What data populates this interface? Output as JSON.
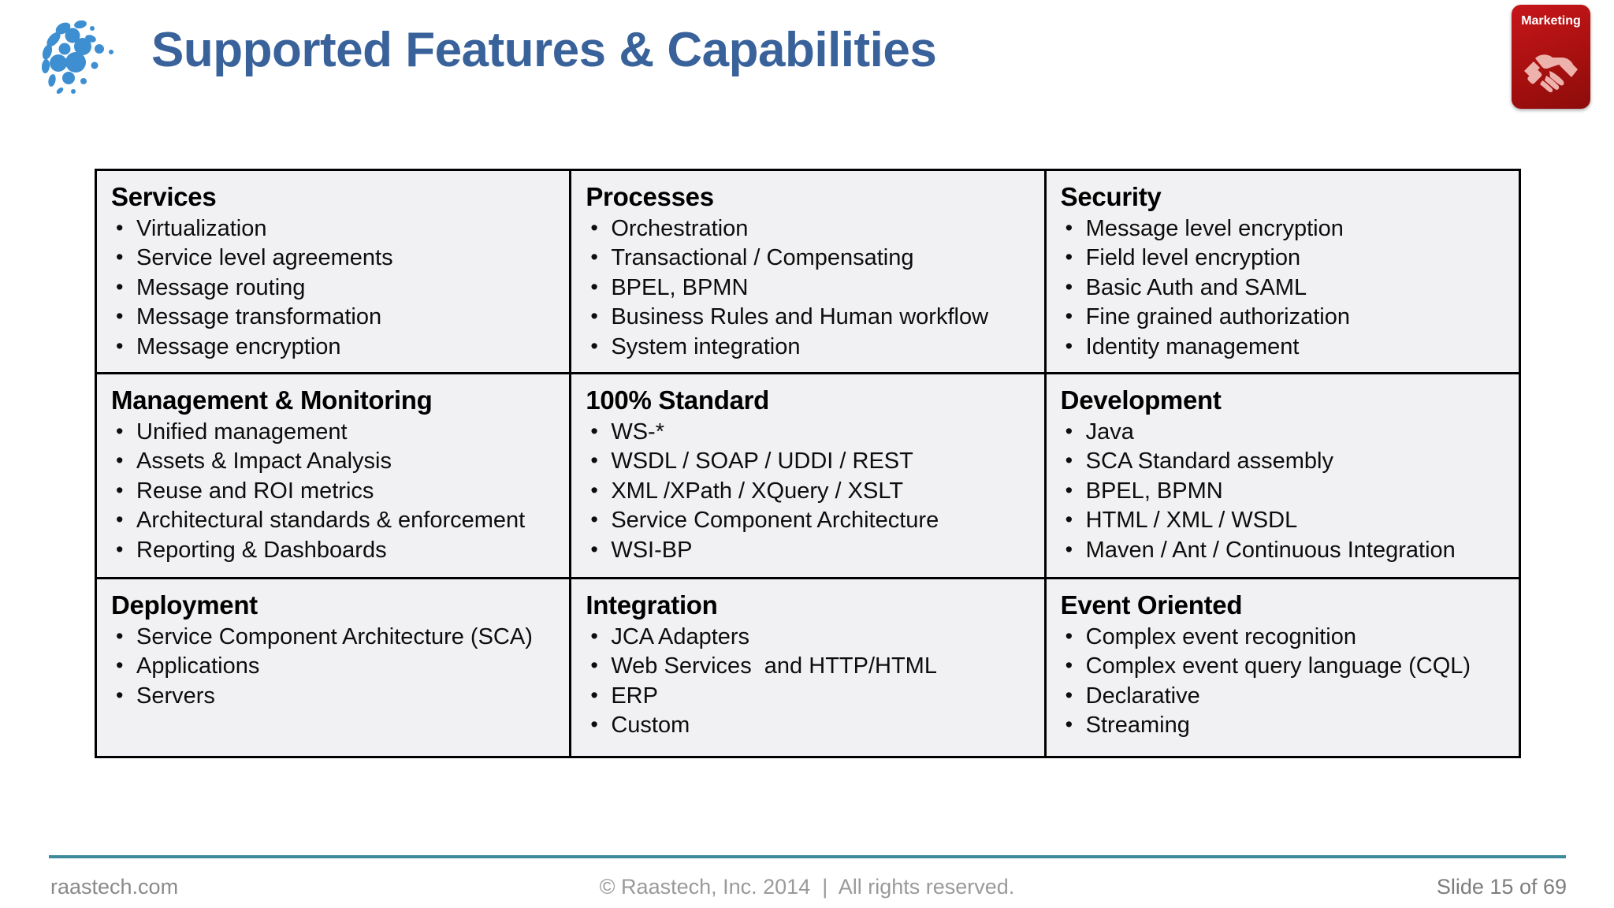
{
  "header": {
    "title": "Supported Features & Capabilities",
    "logo_icon": "dotted-globe-logo-icon",
    "title_color": "#39629b"
  },
  "badge": {
    "label": "Marketing",
    "icon": "handshake-icon",
    "color": "#b01317"
  },
  "grid": {
    "rows": [
      {
        "cells": [
          {
            "title": "Services",
            "items": [
              "Virtualization",
              "Service level agreements",
              "Message routing",
              "Message transformation",
              "Message encryption"
            ]
          },
          {
            "title": "Processes",
            "items": [
              "Orchestration",
              "Transactional / Compensating",
              "BPEL, BPMN",
              "Business Rules and Human workflow",
              "System integration"
            ]
          },
          {
            "title": "Security",
            "items": [
              "Message level encryption",
              "Field level encryption",
              "Basic Auth and SAML",
              "Fine grained authorization",
              "Identity management"
            ]
          }
        ]
      },
      {
        "cells": [
          {
            "title": "Management & Monitoring",
            "items": [
              "Unified management",
              "Assets & Impact Analysis",
              "Reuse and ROI metrics",
              "Architectural standards & enforcement",
              "Reporting & Dashboards"
            ]
          },
          {
            "title": "100% Standard",
            "items": [
              "WS-*",
              "WSDL / SOAP / UDDI / REST",
              "XML /XPath / XQuery / XSLT",
              "Service Component Architecture",
              "WSI-BP"
            ]
          },
          {
            "title": "Development",
            "items": [
              "Java",
              "SCA Standard assembly",
              "BPEL, BPMN",
              "HTML / XML / WSDL",
              "Maven / Ant / Continuous Integration"
            ]
          }
        ]
      },
      {
        "cells": [
          {
            "title": "Deployment",
            "items": [
              "Service Component Architecture (SCA)",
              "Applications",
              "Servers"
            ]
          },
          {
            "title": "Integration",
            "items": [
              "JCA Adapters",
              "Web Services  and HTTP/HTML",
              "ERP",
              "Custom"
            ]
          },
          {
            "title": "Event Oriented",
            "items": [
              "Complex event recognition",
              "Complex event query language (CQL)",
              "Declarative",
              "Streaming"
            ]
          }
        ]
      }
    ]
  },
  "footer": {
    "site": "raastech.com",
    "copyright": "© Raastech, Inc. 2014  |  All rights reserved.",
    "slide_number": "Slide 15 of 69",
    "rule_color": "#3c8a9c"
  }
}
